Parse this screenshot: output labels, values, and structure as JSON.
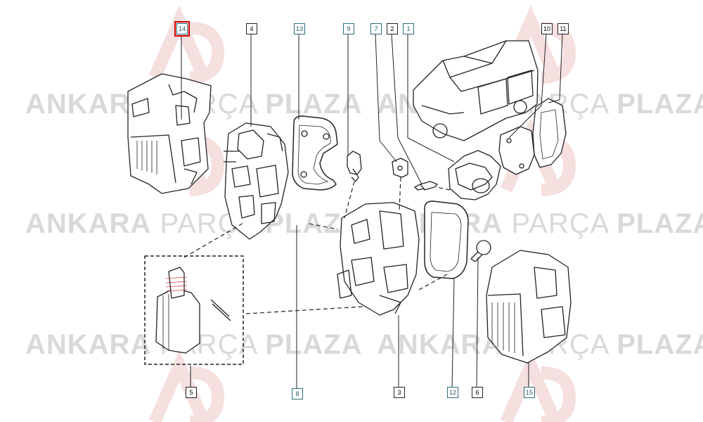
{
  "watermark": {
    "brand_1": "ANKARA",
    "brand_2": "PARÇA",
    "brand_3": "PLAZA"
  },
  "callouts": {
    "c14": "14",
    "c4": "4",
    "c13": "13",
    "c9": "9",
    "c7": "7",
    "c2": "2",
    "c1": "1",
    "c10": "10",
    "c11": "11",
    "c5": "5",
    "c8": "8",
    "c3": "3",
    "c12": "12",
    "c6": "6",
    "c15": "15"
  },
  "colors": {
    "line": "#222222",
    "watermark": "#d9d9d9",
    "watermark_logo": "#f0c8c8",
    "highlight": "#d40000",
    "teal_label": "#2a6f7a"
  },
  "highlighted_callout": "14"
}
